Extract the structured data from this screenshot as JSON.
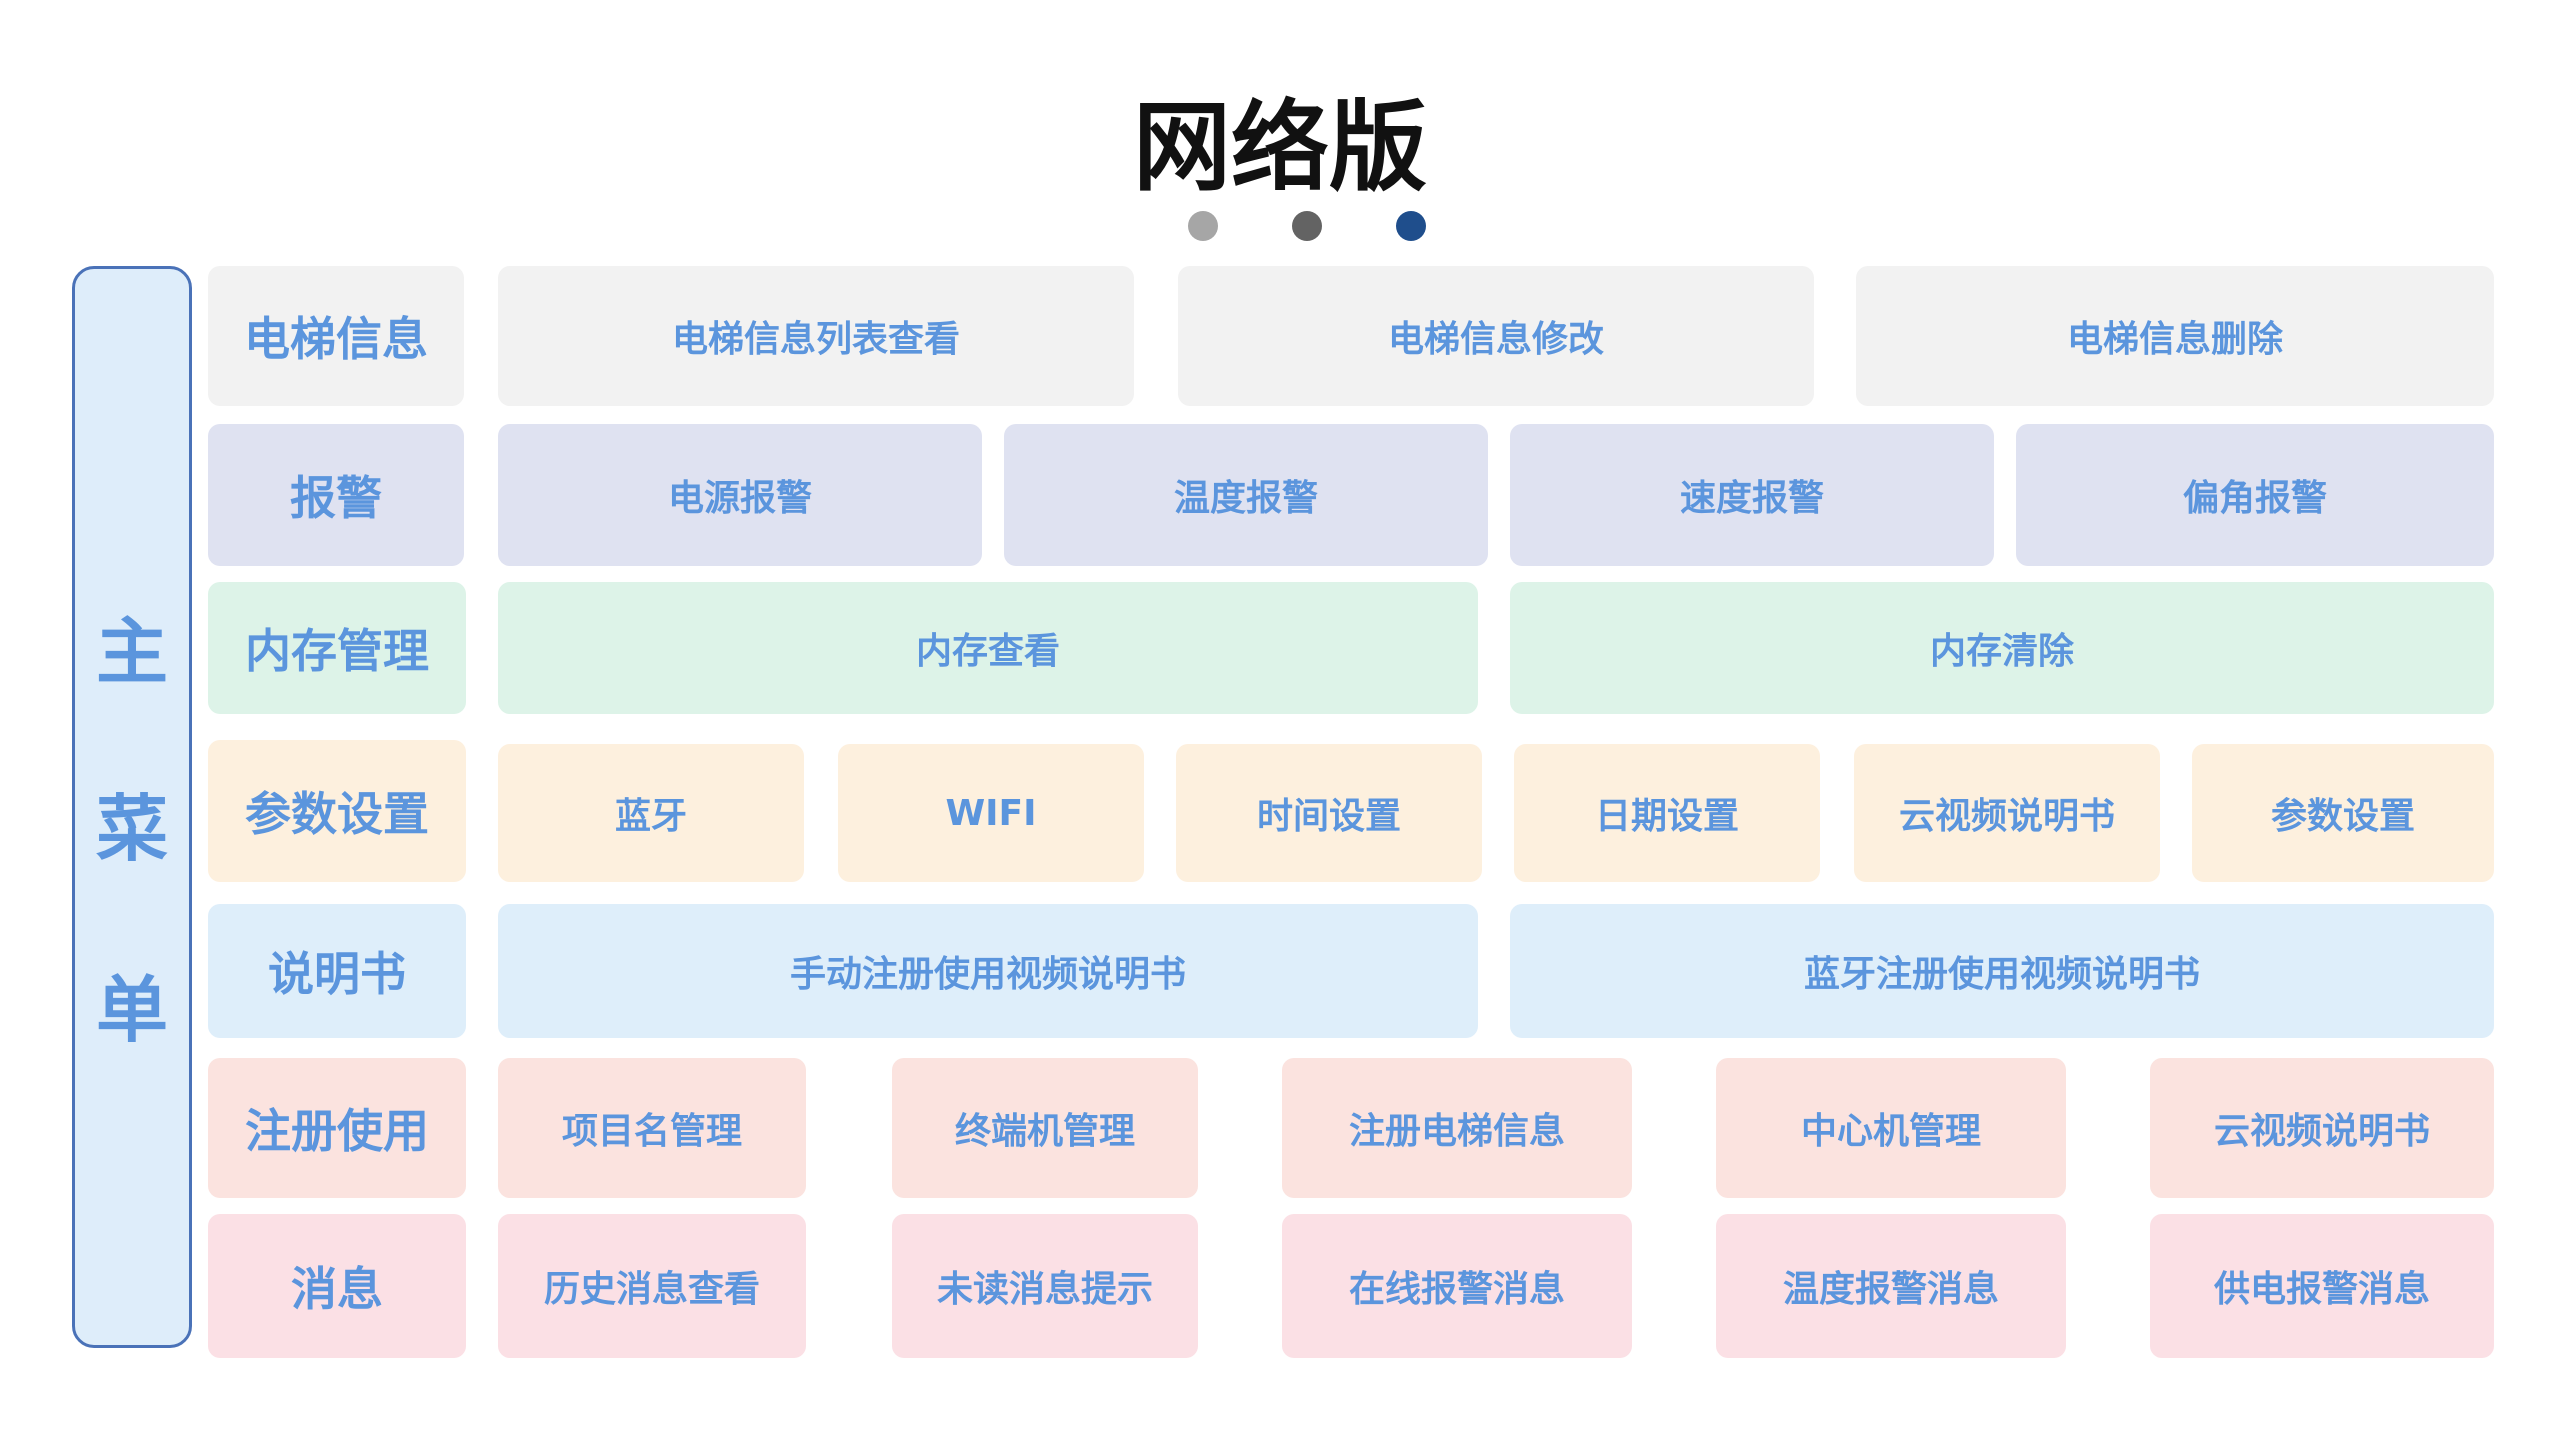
{
  "title": "网络版",
  "page_indicator": {
    "dots": [
      {
        "color": "#a6a6a6"
      },
      {
        "color": "#636363"
      },
      {
        "color": "#1f4e8c"
      }
    ]
  },
  "side_menu": {
    "chars": [
      "主",
      "菜",
      "单"
    ]
  },
  "rows": [
    {
      "label": "电梯信息",
      "color": "#f2f2f2",
      "items": [
        "电梯信息列表查看",
        "电梯信息修改",
        "电梯信息删除"
      ]
    },
    {
      "label": "报警",
      "color": "#dfe2f1",
      "items": [
        "电源报警",
        "温度报警",
        "速度报警",
        "偏角报警"
      ]
    },
    {
      "label": "内存管理",
      "color": "#ddf3e8",
      "items": [
        "内存查看",
        "内存清除"
      ]
    },
    {
      "label": "参数设置",
      "color": "#fdf0de",
      "items": [
        "蓝牙",
        "WIFI",
        "时间设置",
        "日期设置",
        "云视频说明书",
        "参数设置"
      ]
    },
    {
      "label": "说明书",
      "color": "#deeefa",
      "items": [
        "手动注册使用视频说明书",
        "蓝牙注册使用视频说明书"
      ]
    },
    {
      "label": "注册使用",
      "color": "#fbe3df",
      "items": [
        "项目名管理",
        "终端机管理",
        "注册电梯信息",
        "中心机管理",
        "云视频说明书"
      ]
    },
    {
      "label": "消息",
      "color": "#fbe0e5",
      "items": [
        "历史消息查看",
        "未读消息提示",
        "在线报警消息",
        "温度报警消息",
        "供电报警消息"
      ]
    }
  ]
}
